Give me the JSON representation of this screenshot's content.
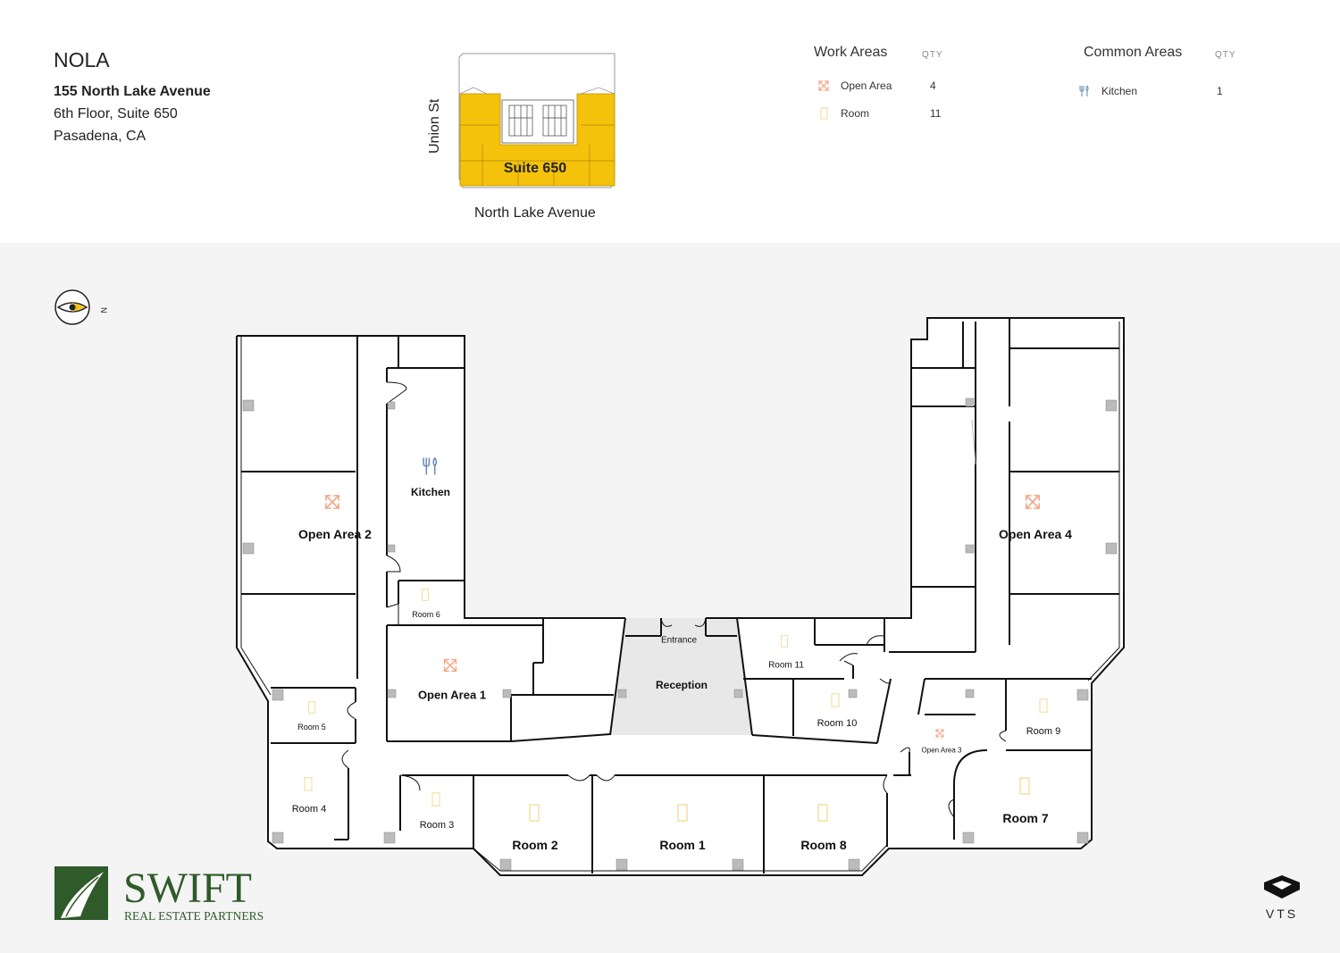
{
  "header": {
    "building_name": "NOLA",
    "address_line1": "155 North Lake Avenue",
    "address_line2": "6th Floor, Suite 650",
    "address_line3": "Pasadena, CA"
  },
  "keymap": {
    "suite_label": "Suite 650",
    "street_side": "Union St",
    "street_bottom": "North Lake Avenue",
    "highlight_color": "#f5c20b"
  },
  "legend": {
    "work_areas": {
      "title": "Work Areas",
      "qty_label": "QTY",
      "items": [
        {
          "label": "Open Area",
          "qty": "4",
          "icon": "expand-arrows-icon",
          "color": "#f4a582"
        },
        {
          "label": "Room",
          "qty": "11",
          "icon": "door-icon",
          "color": "#f5d78a"
        }
      ]
    },
    "common_areas": {
      "title": "Common Areas",
      "qty_label": "QTY",
      "items": [
        {
          "label": "Kitchen",
          "qty": "1",
          "icon": "fork-knife-icon",
          "color": "#6b8fb5"
        }
      ]
    }
  },
  "compass": {
    "label": "N",
    "icon": "compass-icon"
  },
  "rooms": {
    "open_area_1": "Open Area 1",
    "open_area_2": "Open Area 2",
    "open_area_3": "Open Area 3",
    "open_area_4": "Open Area 4",
    "kitchen": "Kitchen",
    "reception": "Reception",
    "entrance": "Entrance",
    "room_1": "Room 1",
    "room_2": "Room 2",
    "room_3": "Room 3",
    "room_4": "Room 4",
    "room_5": "Room 5",
    "room_6": "Room 6",
    "room_7": "Room 7",
    "room_8": "Room 8",
    "room_9": "Room 9",
    "room_10": "Room 10",
    "room_11": "Room 11"
  },
  "branding": {
    "logo_main": "SWIFT",
    "logo_sub": "REAL ESTATE PARTNERS",
    "logo_color": "#2f5a2a",
    "vts": "VTS"
  }
}
